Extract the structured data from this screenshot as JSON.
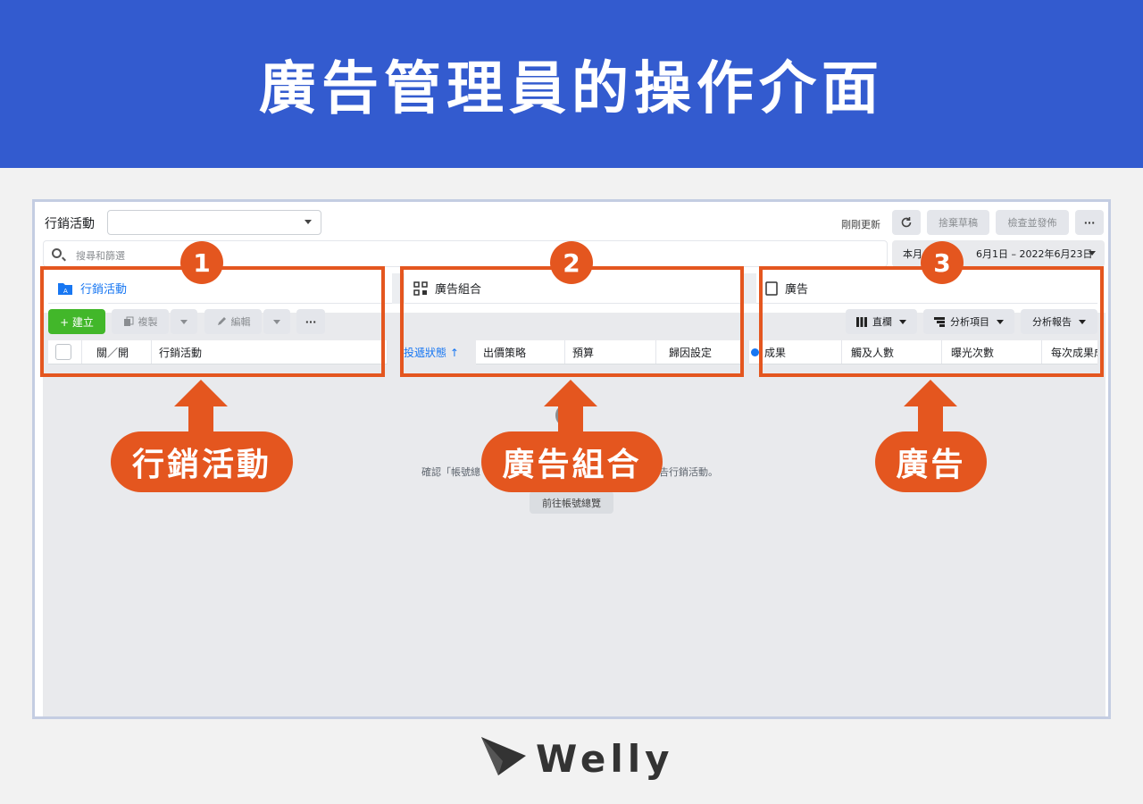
{
  "banner": {
    "title": "廣告管理員的操作介面"
  },
  "topbar": {
    "label": "行銷活動",
    "updated": "剛剛更新",
    "discard_draft": "捨棄草稿",
    "review_publish": "檢查並發佈",
    "more": "···"
  },
  "search": {
    "placeholder": "搜尋和篩選"
  },
  "date": {
    "prefix": "本月",
    "range": "6月1日 – 2022年6月23日"
  },
  "panels": {
    "campaigns": {
      "tab": "行銷活動",
      "create": "+ 建立",
      "duplicate": "複製",
      "edit": "編輯",
      "more": "···",
      "columns": [
        "關／開",
        "行銷活動",
        "投遞狀態 ↑"
      ]
    },
    "adsets": {
      "tab": "廣告組合",
      "columns": [
        "出價策略",
        "預算",
        "歸因設定"
      ]
    },
    "ads": {
      "tab": "廣告",
      "columns_btn": "直欄",
      "breakdown_btn": "分析項目",
      "reports_btn": "分析報告",
      "columns": [
        "成果",
        "觸及人數",
        "曝光次數",
        "每次成果成"
      ]
    }
  },
  "empty": {
    "message_left": "確認「帳號總",
    "message_right": "告行銷活動。",
    "button": "前往帳號總覽"
  },
  "annotations": {
    "badges": [
      "1",
      "2",
      "3"
    ],
    "pills": [
      "行銷活動",
      "廣告組合",
      "廣告"
    ],
    "color": "#e4561f"
  },
  "brand": {
    "name": "Welly"
  },
  "colors": {
    "banner": "#335bcf",
    "accent": "#e4561f",
    "create_green": "#42b72a",
    "link_blue": "#1877f2"
  }
}
